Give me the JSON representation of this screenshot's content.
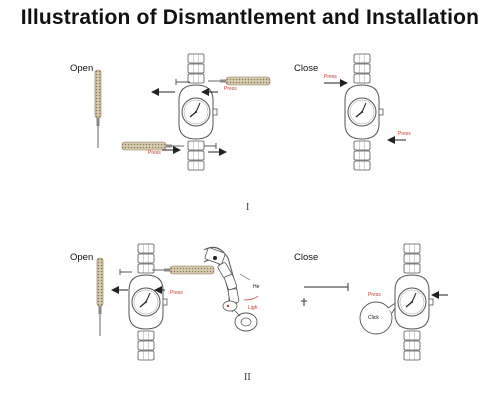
{
  "title": "Illustration of Dismantlement  and Installation",
  "section1": {
    "open_label": "Open",
    "close_label": "Close",
    "numeral": "I",
    "press_labels": [
      "Press",
      "Press",
      "Press",
      "Press"
    ]
  },
  "section2": {
    "open_label": "Open",
    "close_label": "Close",
    "numeral": "II",
    "press_labels": [
      "Press",
      "Press"
    ],
    "click_label": "Click",
    "small_marks": [
      "He",
      "Ligh"
    ]
  },
  "colors": {
    "line": "#555555",
    "annotation": "#c0392b",
    "tool_grip": "#b8a98a"
  }
}
